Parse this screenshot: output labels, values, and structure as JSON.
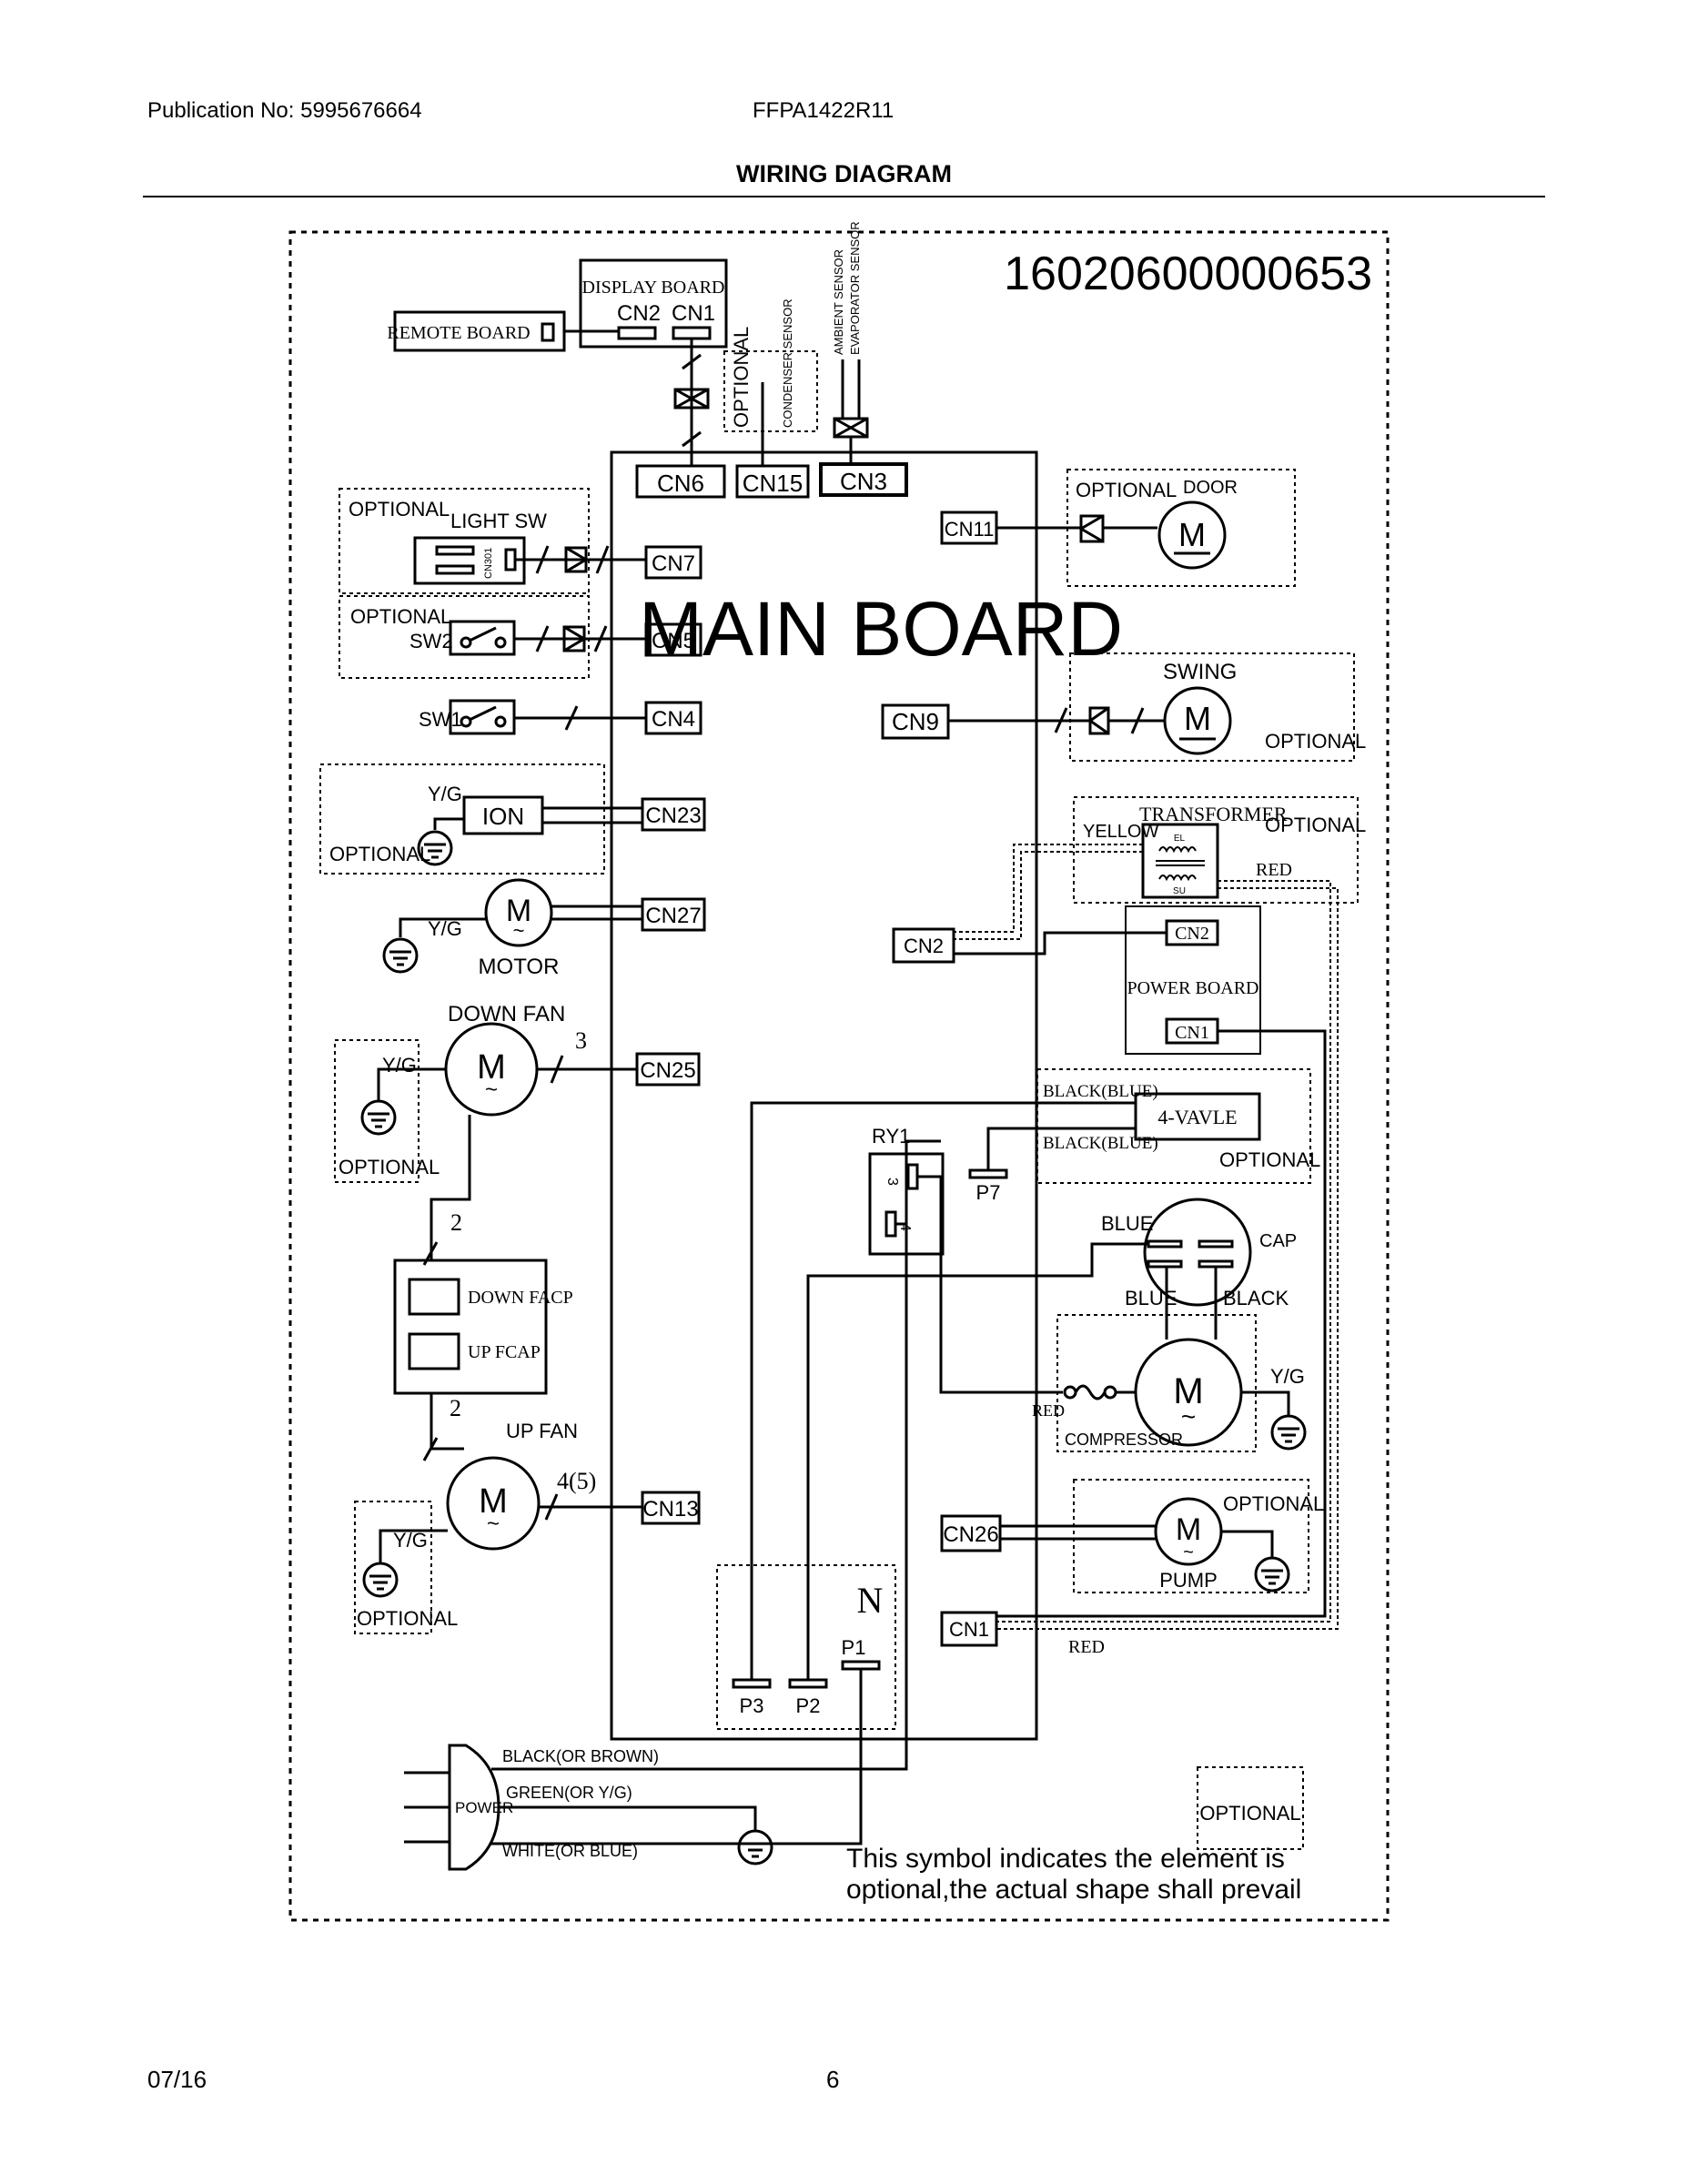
{
  "header": {
    "publication": "Publication No: 5995676664",
    "model": "FFPA1422R11",
    "title": "WIRING DIAGRAM"
  },
  "footer": {
    "date": "07/16",
    "page": "6"
  },
  "diagram": {
    "part_code": "16020600000653",
    "main_board": "MAIN BOARD",
    "display_board": "DISPLAY BOARD",
    "remote_board": "REMOTE BOARD",
    "display_cn2": "CN2",
    "display_cn1": "CN1",
    "optional": "OPTIONAL",
    "condenser_sensor": "CONDENSER SENSOR",
    "ambient_sensor": "AMBIENT SENSOR",
    "evaporator_sensor": "EVAPORATOR SENSOR",
    "cn6": "CN6",
    "cn15": "CN15",
    "cn3": "CN3",
    "cn7": "CN7",
    "cn5": "CN5",
    "cn4": "CN4",
    "cn23": "CN23",
    "cn27": "CN27",
    "cn25": "CN25",
    "cn13": "CN13",
    "cn11": "CN11",
    "cn9": "CN9",
    "cn2_main": "CN2",
    "cn26": "CN26",
    "cn1_main": "CN1",
    "light_sw": "LIGHT SW",
    "cn301": "CN301",
    "sw2": "SW2",
    "sw1": "SW1",
    "ion": "ION",
    "yg": "Y/G",
    "motor_label": "MOTOR",
    "down_fan": "DOWN FAN",
    "up_fan": "UP FAN",
    "wires_3": "3",
    "wires_2a": "2",
    "wires_2b": "2",
    "wires_4_5": "4(5)",
    "down_fcap": "DOWN FACP",
    "up_fcap": "UP FCAP",
    "door": "DOOR",
    "swing": "SWING",
    "motor_symbol": "M",
    "yellow": "YELLOW",
    "transformer": "TRANSFORMER",
    "red": "RED",
    "el": "EL",
    "su": "SU",
    "power_board": "POWER BOARD",
    "pb_cn2": "CN2",
    "pb_cn1": "CN1",
    "black_blue_1": "BLACK(BLUE)",
    "black_blue_2": "BLACK(BLUE)",
    "four_valve": "4-VAVLE",
    "ry1": "RY1",
    "ry_3": "3",
    "ry_4": "4",
    "p7": "P7",
    "blue": "BLUE",
    "cap": "CAP",
    "black": "BLACK",
    "compressor": "COMPRESSOR",
    "pump": "PUMP",
    "n": "N",
    "p3": "P3",
    "p2": "P2",
    "p1": "P1",
    "power": "POWER",
    "black_or_brown": "BLACK(OR BROWN)",
    "green_or_yg": "GREEN(OR Y/G)",
    "white_or_blue": "WHITE(OR BLUE)",
    "note_line1": "This symbol indicates the element is",
    "note_line2": "optional,the actual shape shall prevail"
  }
}
